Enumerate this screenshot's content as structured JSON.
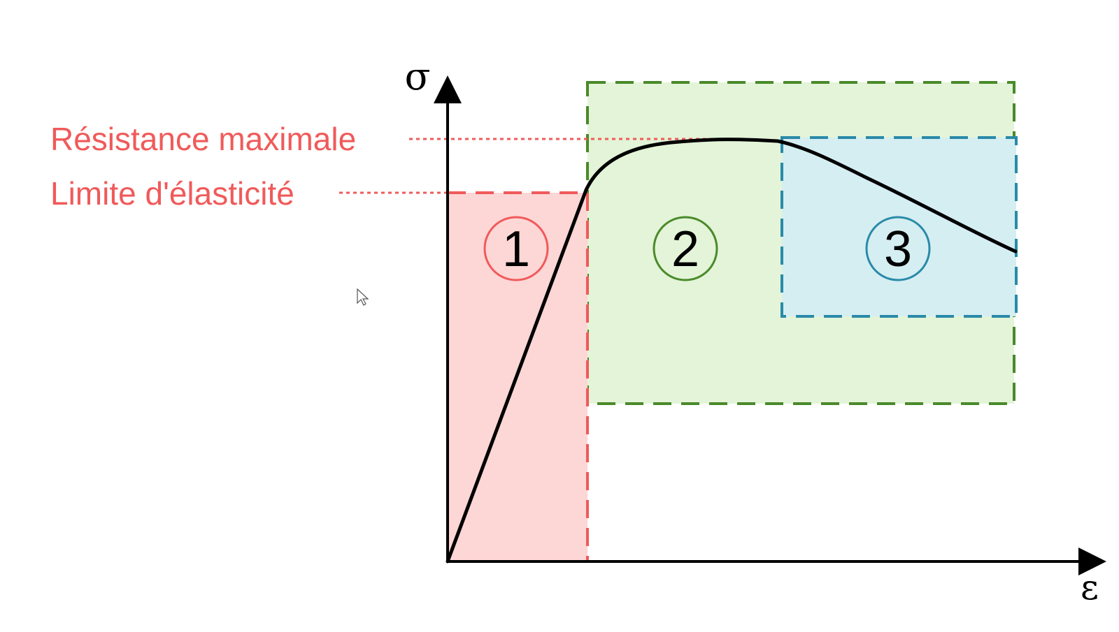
{
  "axes": {
    "y_symbol": "σ",
    "x_symbol": "ε"
  },
  "labels": {
    "ultimate_strength": "Résistance maximale",
    "yield_strength": "Limite d'élasticité"
  },
  "zones": [
    {
      "id": "1",
      "number": "1",
      "color": "#f05a5a",
      "fill": "#fdd6d6"
    },
    {
      "id": "2",
      "number": "2",
      "color": "#4a8a2a",
      "fill": "#e3f4d8"
    },
    {
      "id": "3",
      "number": "3",
      "color": "#2a8aa8",
      "fill": "#d5eef2"
    }
  ],
  "colors": {
    "label_red": "#f05a5a",
    "curve": "#000000",
    "axis": "#000000"
  },
  "cursor": {
    "icon": "cursor-arrow-icon"
  }
}
